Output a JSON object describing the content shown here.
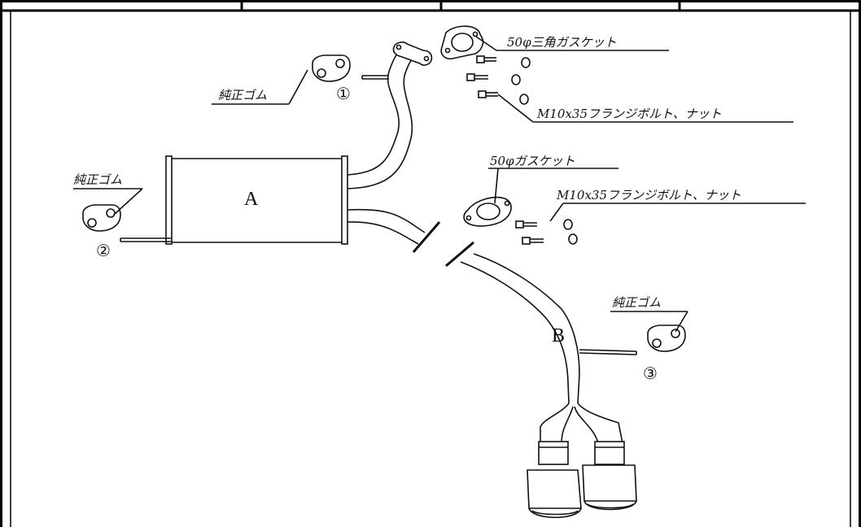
{
  "labels": {
    "gasket_triangle": "50φ三角ガスケット",
    "gasket_round": "50φガスケット",
    "bolt_nut_1": "M10x35フランジボルト、ナット",
    "bolt_nut_2": "M10x35フランジボルト、ナット",
    "rubber_1": "純正ゴム",
    "rubber_2": "純正ゴム",
    "rubber_3": "純正ゴム"
  },
  "parts": {
    "muffler": "A",
    "pipe": "B"
  },
  "hangers": {
    "h1": "①",
    "h2": "②",
    "h3": "③"
  }
}
